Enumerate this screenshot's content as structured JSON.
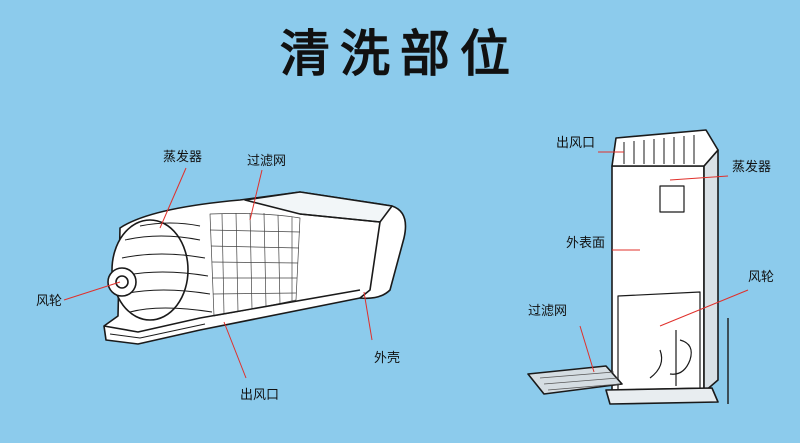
{
  "title": "清洗部位",
  "colors": {
    "background": "#8ccbec",
    "unit_fill": "#ffffff",
    "outline": "#1a1a1a",
    "leader_line": "#e0302b"
  },
  "left_unit": {
    "labels": {
      "evaporator": "蒸发器",
      "filter": "过滤网",
      "fan": "风轮",
      "casing": "外壳",
      "outlet": "出风口"
    }
  },
  "right_unit": {
    "labels": {
      "outlet": "出风口",
      "evaporator": "蒸发器",
      "surface": "外表面",
      "fan": "风轮",
      "filter": "过滤网"
    }
  }
}
